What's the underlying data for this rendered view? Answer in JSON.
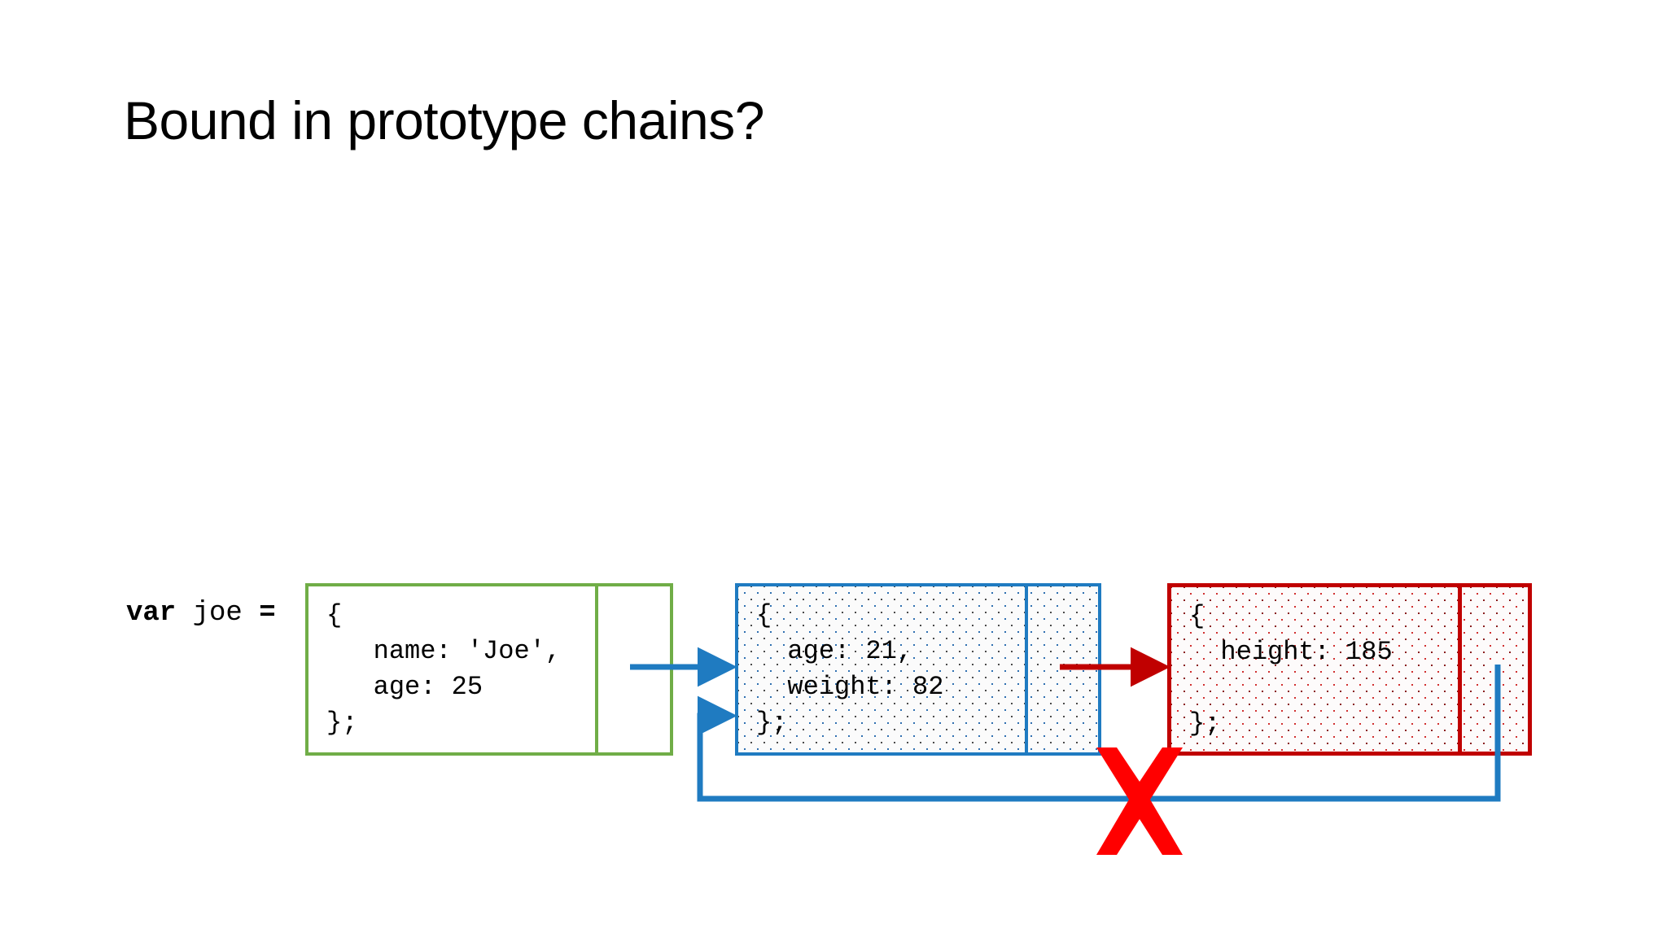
{
  "slide": {
    "title": "Bound in prototype chains?",
    "background": "#FFFFFF"
  },
  "declaration": {
    "keyword": "var",
    "identifier": " joe ",
    "operator": "="
  },
  "colors": {
    "green": "#70AD47",
    "blue": "#1F7BC1",
    "dark_red": "#C00000",
    "bright_red": "#FF0000",
    "text": "#000000"
  },
  "objects": [
    {
      "id": "joe-object",
      "border_color": "#70AD47",
      "fill": "solid-white",
      "code_lines": [
        {
          "text": "{",
          "style": "bold"
        },
        {
          "text": "   name: 'Joe',",
          "style": "mixed"
        },
        {
          "text": "   age: 25",
          "style": "mixed"
        },
        {
          "text": "};",
          "style": "bold"
        }
      ],
      "code_block": "{\n   name: 'Joe',\n   age: 25\n};",
      "proto_slot_label": ""
    },
    {
      "id": "prototype-object-1",
      "border_color": "#1F7BC1",
      "fill": "dotted",
      "code_lines": [
        {
          "text": "{",
          "style": "bold"
        },
        {
          "text": "  age: 21,",
          "style": "mixed"
        },
        {
          "text": "  weight: 82",
          "style": "mixed"
        },
        {
          "text": "};",
          "style": "bold"
        }
      ],
      "code_block": "{\n  age: 21,\n  weight: 82\n};",
      "proto_slot_label": ""
    },
    {
      "id": "prototype-object-2",
      "border_color": "#C00000",
      "fill": "dotted",
      "code_lines": [
        {
          "text": "{",
          "style": "bold"
        },
        {
          "text": "  height: 185",
          "style": "mixed"
        },
        {
          "text": "",
          "style": "plain"
        },
        {
          "text": "};",
          "style": "bold"
        }
      ],
      "code_block": "{\n  height: 185\n\n};",
      "proto_slot_label": ""
    }
  ],
  "connectors": [
    {
      "name": "green-to-blue-arrow",
      "color": "#1F7BC1",
      "kind": "arrow"
    },
    {
      "name": "blue-to-red-arrow",
      "color": "#C00000",
      "kind": "arrow"
    },
    {
      "name": "red-back-to-blue-arrow",
      "color": "#1F7BC1",
      "kind": "arrow-loop"
    }
  ],
  "markers": [
    {
      "name": "invalid-cycle-x",
      "glyph": "x-mark",
      "color": "#FF0000"
    }
  ]
}
